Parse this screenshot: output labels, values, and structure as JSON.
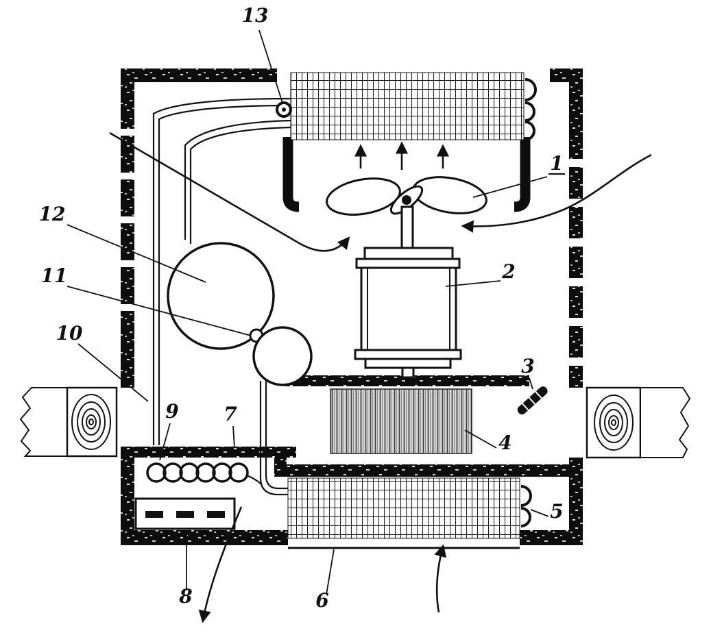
{
  "figure": {
    "labels": {
      "l1": "1",
      "l2": "2",
      "l3": "3",
      "l4": "4",
      "l5": "5",
      "l6": "6",
      "l7": "7",
      "l8": "8",
      "l9": "9",
      "l10": "10",
      "l11": "11",
      "l12": "12",
      "l13": "13"
    },
    "colors": {
      "ink": "#111111",
      "paper": "#ffffff",
      "blower_gray": "#d7d7d7"
    }
  }
}
